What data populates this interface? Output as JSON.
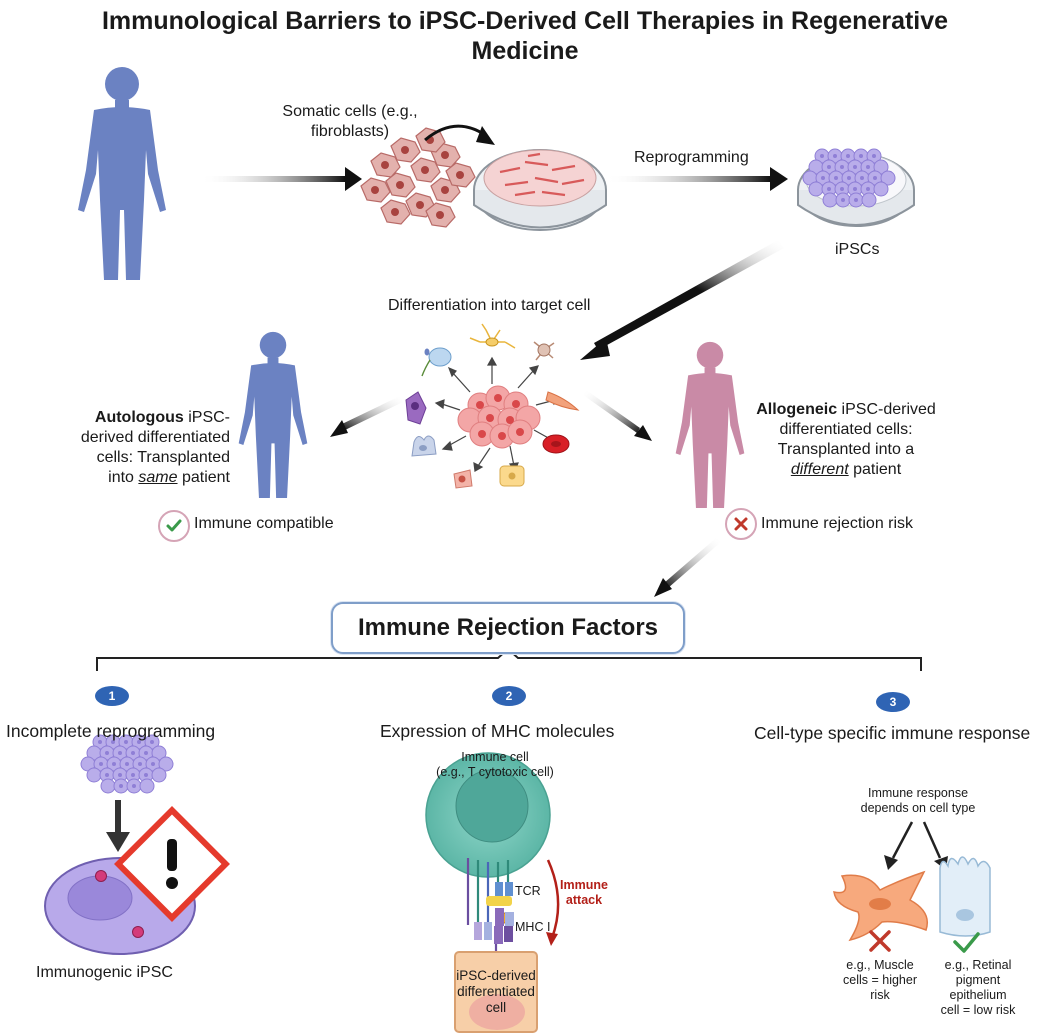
{
  "title": "Immunological  Barriers to iPSC-Derived Cell Therapies in Regenerative Medicine",
  "top_flow": {
    "somatic_label_1": "Somatic cells (e.g.,",
    "somatic_label_2": "fibroblasts)",
    "reprogramming_label": "Reprogramming",
    "ipscs_label": "iPSCs"
  },
  "differentiation_label": "Differentiation into target cell",
  "autologous": {
    "bold": "Autologous",
    "line1_rest": " iPSC-",
    "line2": "derived differentiated",
    "line3": "cells: Transplanted",
    "line4_pre": "into ",
    "line4_em": "same",
    "line4_post": " patient",
    "status": "Immune compatible"
  },
  "allogeneic": {
    "bold": "Allogeneic",
    "line1_rest": " iPSC-derived",
    "line2": "differentiated cells:",
    "line3": "Transplanted into a",
    "line4_em": "different",
    "line4_post": " patient",
    "status": "Immune rejection risk"
  },
  "rejection_box": "Immune Rejection Factors",
  "factors": [
    {
      "number": "1",
      "title": "Incomplete reprogramming",
      "caption": "Immunogenic iPSC"
    },
    {
      "number": "2",
      "title": "Expression of MHC molecules",
      "immune_cell_1": "Immune cell",
      "immune_cell_2": "(e.g., T cytotoxic cell)",
      "tcr": "TCR",
      "mhc": "MHC I",
      "attack_1": "Immune",
      "attack_2": "attack",
      "target_1": "iPSC-derived",
      "target_2": "differentiated",
      "target_3": "cell"
    },
    {
      "number": "3",
      "title": "Cell-type specific immune response",
      "note_1": "Immune response",
      "note_2": "depends on cell type",
      "muscle_1": "e.g., Muscle",
      "muscle_2": "cells = higher",
      "muscle_3": "risk",
      "retinal_1": "e.g., Retinal",
      "retinal_2": "pigment",
      "retinal_3": "epithelium",
      "retinal_4": "cell = low risk"
    }
  ],
  "colors": {
    "human_blue": "#6b82c2",
    "human_pink": "#c98aa6",
    "ipsc_purple": "#b3a6e6",
    "fibroblast": "#d99a9a",
    "reject_red": "#c0392b",
    "accept_green": "#3a9a4a",
    "badge_blue": "#2f64b4",
    "warning_red": "#e53a2c"
  }
}
